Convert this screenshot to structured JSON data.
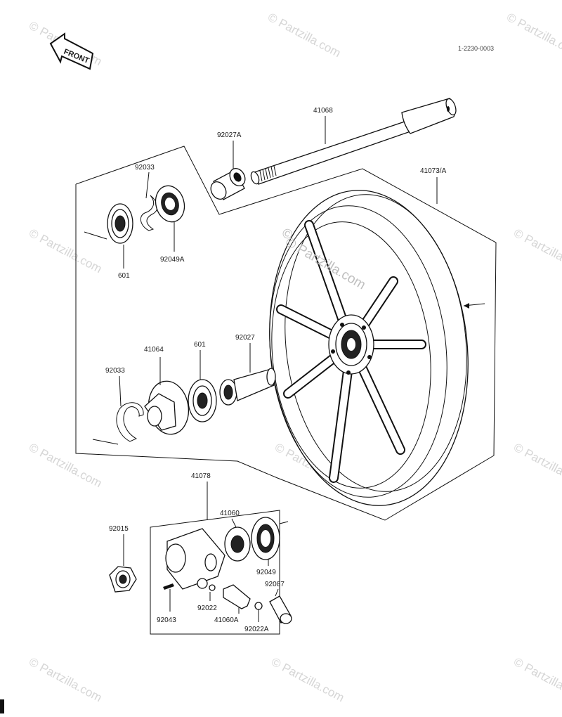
{
  "diagram_code": "1-2230-0003",
  "front_arrow_label": "FRONT",
  "watermark_text": "© Partzilla.com",
  "labels": {
    "p41068": "41068",
    "p92027A": "92027A",
    "p41073A": "41073/A",
    "p92033_top": "92033",
    "p92049A": "92049A",
    "p601_top": "601",
    "p41064": "41064",
    "p601_mid": "601",
    "p92027": "92027",
    "p92033_mid": "92033",
    "p41078": "41078",
    "p41060": "41060",
    "p92015": "92015",
    "p92049": "92049",
    "p92087": "92087",
    "p92022": "92022",
    "p41060A": "41060A",
    "p92022A": "92022A",
    "p92043": "92043"
  },
  "colors": {
    "line": "#111111",
    "watermark": "#d6d6d6"
  }
}
